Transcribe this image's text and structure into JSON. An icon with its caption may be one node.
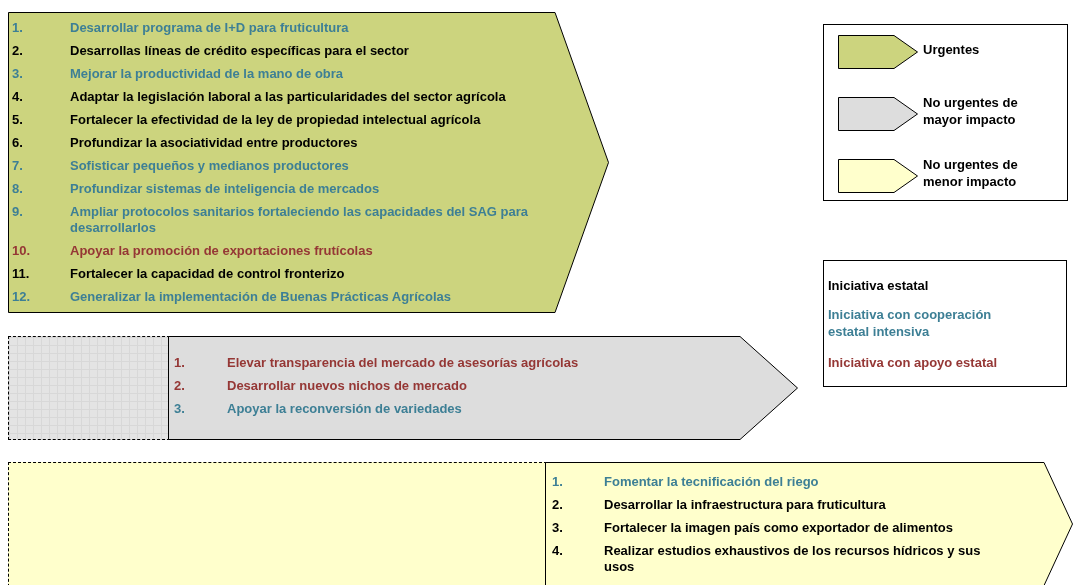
{
  "diagram": {
    "nodes": [
      {
        "text": [],
        "shape": "arrow"
      },
      {
        "text": [
          "1.",
          "Desarrollar programa de I+D para fruticultura"
        ],
        "in": 0
      },
      {
        "text": [
          "2.",
          "Desarrollas líneas de crédito específicas para el sector"
        ],
        "in": 0
      },
      {
        "text": [
          "3.",
          "Mejorar la productividad de la mano de obra"
        ],
        "in": 0
      },
      {
        "text": [
          "4.",
          "Adaptar la legislación laboral a las particularidades del sector agrícola"
        ],
        "in": 0
      },
      {
        "text": [
          "5.",
          "Fortalecer la efectividad de la ley de propiedad intelectual agrícola"
        ],
        "in": 0
      },
      {
        "text": [
          "6.",
          "Profundizar la asociatividad entre productores"
        ],
        "in": 0
      },
      {
        "text": [
          "7.",
          "Sofisticar pequeños y medianos productores"
        ],
        "in": 0
      },
      {
        "text": [
          "8.",
          "Profundizar sistemas de inteligencia de mercados"
        ],
        "in": 0
      },
      {
        "text": [
          "9.",
          "Ampliar protocolos sanitarios fortaleciendo las capacidades del SAG para desarrollarlos"
        ],
        "in": 0
      },
      {
        "text": [
          "10.",
          "Apoyar la promoción de exportaciones frutícolas"
        ],
        "in": 0
      },
      {
        "text": [
          "11.",
          "Fortalecer la capacidad de control fronterizo"
        ],
        "in": 0
      },
      {
        "text": [
          "12.",
          "Generalizar la implementación de Buenas Prácticas Agrícolas"
        ],
        "in": 0
      },
      {
        "text": [],
        "shape": "arrow"
      },
      {
        "text": [
          "1.",
          "Elevar transparencia del mercado de asesorías agrícolas"
        ],
        "in": 13
      },
      {
        "text": [
          "2.",
          "Desarrollar nuevos nichos de mercado"
        ],
        "in": 13
      },
      {
        "text": [
          "3.",
          "Apoyar la reconversión de variedades"
        ],
        "in": 13
      },
      {
        "text": [],
        "shape": "arrow"
      },
      {
        "text": [
          "1.",
          "Fomentar la tecnificación del riego"
        ],
        "in": 17
      },
      {
        "text": [
          "2.",
          "Desarrollar la infraestructura para fruticultura"
        ],
        "in": 17
      },
      {
        "text": [
          "3.",
          "Fortalecer la imagen país como exportador de alimentos"
        ],
        "in": 17
      },
      {
        "text": [
          "4.",
          "Realizar estudios exhaustivos de los recursos hídricos y sus usos"
        ],
        "in": 17
      }
    ],
    "legend": [
      {
        "text": "Urgentes",
        "color": "#ccd47e"
      },
      {
        "text": "No urgentes de mayor impacto",
        "color": "#dddddd"
      },
      {
        "text": "No urgentes de menor impacto",
        "color": "#ffffcc"
      },
      {
        "text": "Iniciativa estatal",
        "color": "#000000"
      },
      {
        "text": "Iniciativa con cooperación estatal intensiva",
        "color": "#3d7f95"
      },
      {
        "text": "Iniciativa con apoyo estatal",
        "color": "#953735"
      }
    ]
  }
}
